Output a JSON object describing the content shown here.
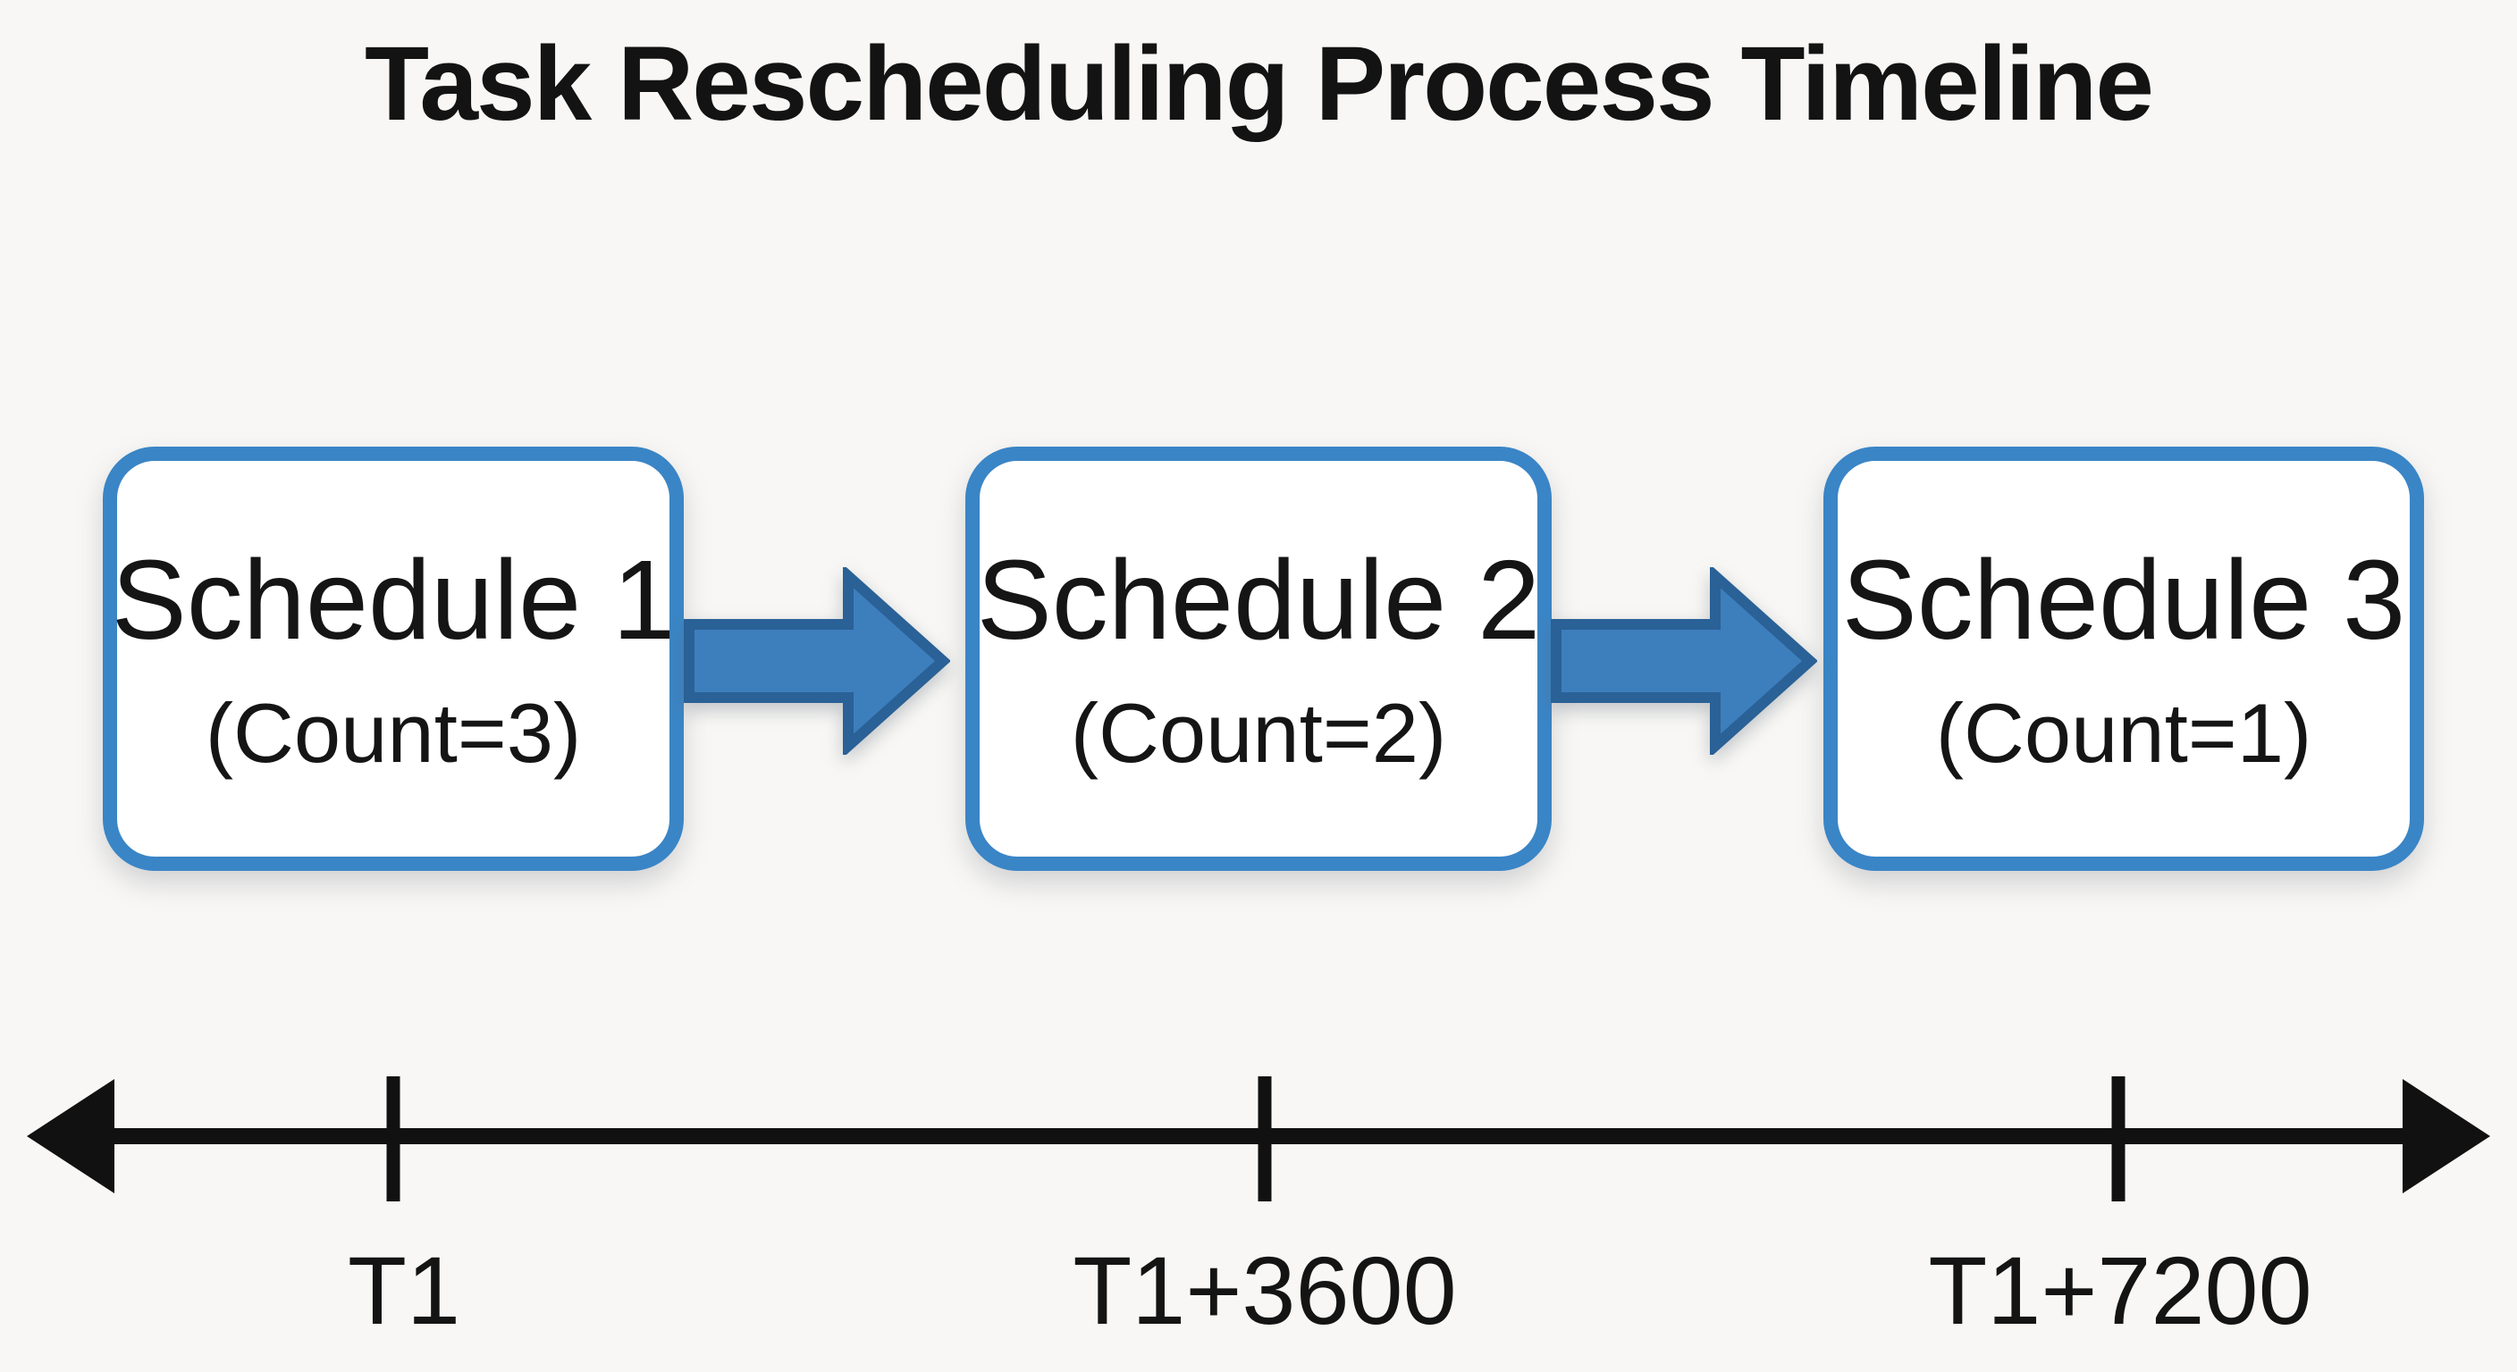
{
  "title": "Task Rescheduling Process Timeline",
  "colors": {
    "background": "#f8f7f5",
    "box_border": "#3a85c6",
    "box_fill": "#ffffff",
    "arrow_fill": "#3d7ebd",
    "arrow_stroke": "#2a6196",
    "timeline": "#111111",
    "text": "#141414"
  },
  "boxes": [
    {
      "label": "Schedule 1",
      "sublabel": "(Count=3)"
    },
    {
      "label": "Schedule 2",
      "sublabel": "(Count=2)"
    },
    {
      "label": "Schedule 3",
      "sublabel": "(Count=1)"
    }
  ],
  "timeline": {
    "ticks": [
      {
        "label": "T1"
      },
      {
        "label": "T1+3600"
      },
      {
        "label": "T1+7200"
      }
    ]
  }
}
